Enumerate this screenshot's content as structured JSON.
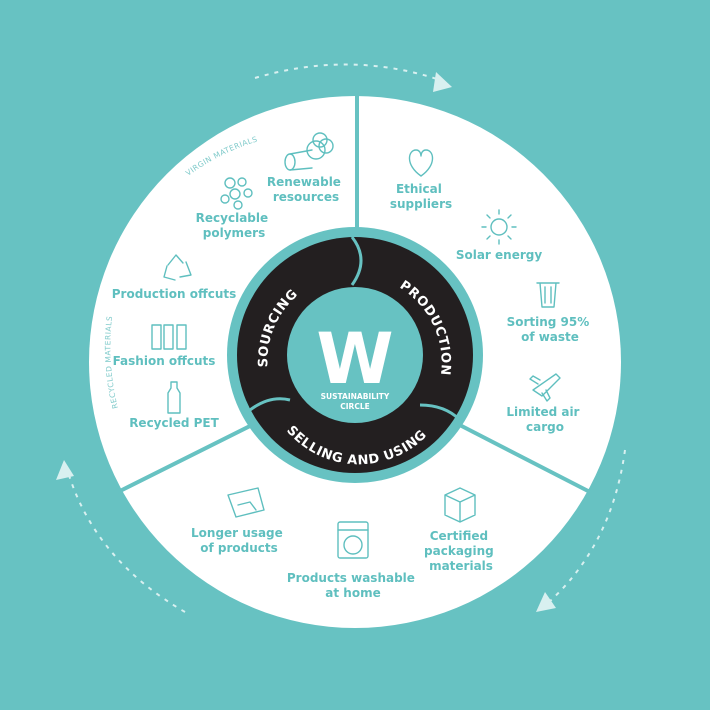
{
  "colors": {
    "background": "#67c2c2",
    "wheel": "#ffffff",
    "accent": "#5fbfbf",
    "ring": "#231f20"
  },
  "center": {
    "logo": "W",
    "line1": "SUSTAINABILITY",
    "line2": "CIRCLE"
  },
  "ring": {
    "sourcing": "SOURCING",
    "production": "PRODUCTION",
    "selling": "SELLING AND USING"
  },
  "side_labels": {
    "virgin": "VIRGIN MATERIALS",
    "recycled": "RECYCLED MATERIALS"
  },
  "items": [
    {
      "icon": "cotton-log-icon",
      "line1": "Renewable",
      "line2": "resources"
    },
    {
      "icon": "polymer-beads-icon",
      "line1": "Recyclable",
      "line2": "polymers"
    },
    {
      "icon": "recycle-icon",
      "line1": "Production offcuts",
      "line2": ""
    },
    {
      "icon": "garment-icon",
      "line1": "Fashion offcuts",
      "line2": ""
    },
    {
      "icon": "bottle-icon",
      "line1": "Recycled PET",
      "line2": ""
    },
    {
      "icon": "heart-icon",
      "line1": "Ethical",
      "line2": "suppliers"
    },
    {
      "icon": "sun-icon",
      "line1": "Solar energy",
      "line2": ""
    },
    {
      "icon": "trash-bin-icon",
      "line1": "Sorting 95%",
      "line2": "of waste"
    },
    {
      "icon": "airplane-icon",
      "line1": "Limited air",
      "line2": "cargo"
    },
    {
      "icon": "hand-wash-icon",
      "line1": "Longer usage",
      "line2": "of products"
    },
    {
      "icon": "washing-machine-icon",
      "line1": "Products washable",
      "line2": "at home"
    },
    {
      "icon": "box-icon",
      "line1": "Certified",
      "line2": "packaging",
      "line3": "materials"
    }
  ]
}
